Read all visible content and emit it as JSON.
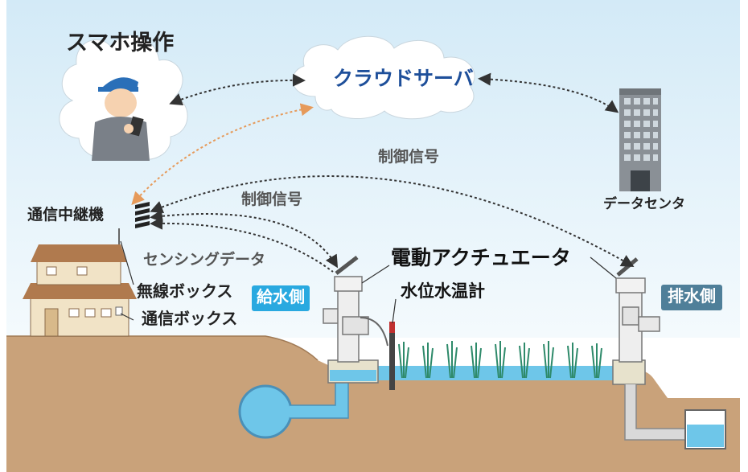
{
  "labels": {
    "smartphone": "スマホ操作",
    "cloud": "クラウドサーバ",
    "datacenter": "データセンタ",
    "relay": "通信中継機",
    "control_signal_1": "制御信号",
    "control_signal_2": "制御信号",
    "sensing_data": "センシングデータ",
    "actuator": "電動アクチュエータ",
    "level_meter": "水位水温計",
    "wireless_box": "無線ボックス",
    "comm_box": "通信ボックス",
    "inlet": "給水側",
    "outlet": "排水側"
  },
  "colors": {
    "sky_top": "#dceef8",
    "sky_bottom": "#f3f9fd",
    "ground": "#c9a27a",
    "water": "#6ec6e9",
    "inlet_badge": "#29a9e0",
    "outlet_badge": "#4f7f99",
    "uplink_arrow": "#e69a5a",
    "dotted_arrow": "#333333"
  }
}
